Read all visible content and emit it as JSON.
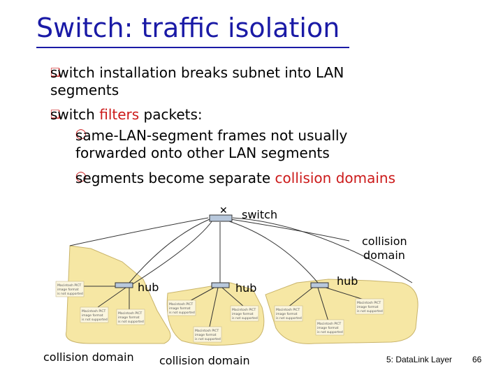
{
  "slide": {
    "title": "Switch: traffic isolation",
    "bullets": [
      {
        "marker": "r",
        "text_line1": "switch installation breaks subnet into LAN",
        "text_line2": "segments"
      },
      {
        "marker": "r",
        "pre": "switch ",
        "highlight": "filters",
        "post": " packets:"
      },
      {
        "marker": "m",
        "text_line1": "same-LAN-segment frames not usually",
        "text_line2": "forwarded onto other LAN segments"
      },
      {
        "marker": "m",
        "pre": "segments become separate ",
        "highlight": "collision  domains"
      }
    ]
  },
  "diagram": {
    "switch_label": "switch",
    "hub_labels": [
      "hub",
      "hub",
      "hub"
    ],
    "collision_domain_labels": [
      "collision domain",
      "collision domain"
    ],
    "collision_domain_right_line1": "collision",
    "collision_domain_right_line2": "domain",
    "host_image_text": [
      "Macintosh PICT",
      "image format",
      "is not supported"
    ]
  },
  "footer": {
    "course": "5: DataLink Layer",
    "page": "66"
  },
  "colors": {
    "title": "#1a1aa6",
    "bullet_marker": "#cc1a1a",
    "highlight": "#cc1a1a",
    "blob": "#f6e7a4"
  }
}
